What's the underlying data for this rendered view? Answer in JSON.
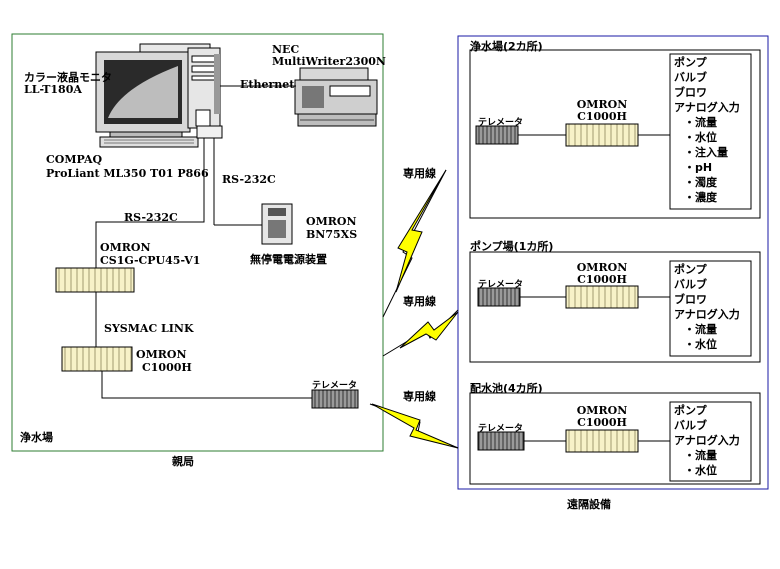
{
  "parent_station": {
    "frame_label": "浄水場",
    "caption": "親局",
    "monitor": {
      "line1": "カラー液晶モニタ",
      "line2": "LL-T180A"
    },
    "server": {
      "line1": "COMPAQ",
      "line2": "ProLiant ML350 T01 P866"
    },
    "printer": {
      "line1": "NEC",
      "line2": "MultiWriter2300N"
    },
    "ethernet": "Ethernet",
    "rs232c_1": "RS-232C",
    "rs232c_2": "RS-232C",
    "ups": {
      "line1": "OMRON",
      "line2": "BN75XS",
      "line3": "無停電電源装置"
    },
    "plc_main": {
      "line1": "OMRON",
      "line2": "CS1G-CPU45-V1"
    },
    "sysmac": "SYSMAC LINK",
    "plc_sub": {
      "line1": "OMRON",
      "line2": "C1000H"
    },
    "telemeter": "テレメータ"
  },
  "links": {
    "line1": "専用線",
    "line2": "専用線",
    "line3": "専用線"
  },
  "remote": {
    "caption": "遠隔設備",
    "sites": [
      {
        "title": "浄水場(2カ所)",
        "telemeter": "テレメータ",
        "plc": {
          "line1": "OMRON",
          "line2": "C1000H"
        },
        "items": [
          "ポンプ",
          "バルブ",
          "ブロワ",
          "アナログ入力"
        ],
        "subitems": [
          "・流量",
          "・水位",
          "・注入量",
          "・pH",
          "・濁度",
          "・濃度"
        ]
      },
      {
        "title": "ポンプ場(1カ所)",
        "telemeter": "テレメータ",
        "plc": {
          "line1": "OMRON",
          "line2": "C1000H"
        },
        "items": [
          "ポンプ",
          "バルブ",
          "ブロワ",
          "アナログ入力"
        ],
        "subitems": [
          "・流量",
          "・水位"
        ]
      },
      {
        "title": "配水池(4カ所)",
        "telemeter": "テレメータ",
        "plc": {
          "line1": "OMRON",
          "line2": "C1000H"
        },
        "items": [
          "ポンプ",
          "バルブ",
          "アナログ入力"
        ],
        "subitems": [
          "・流量",
          "・水位"
        ]
      }
    ]
  },
  "colors": {
    "parent_frame": "#2e7d32",
    "remote_frame": "#1a1aa6",
    "bolt": "#ffff00",
    "plc_body": "#f7f2c8",
    "telemeter_body": "#8a8a8a"
  }
}
